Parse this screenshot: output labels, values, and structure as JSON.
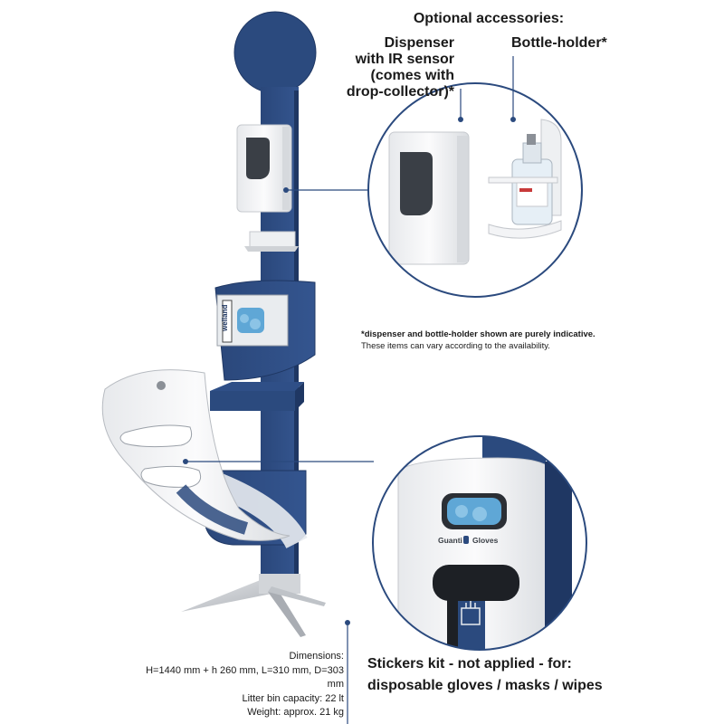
{
  "accessories": {
    "title": "Optional accessories:",
    "dispenser_label": [
      "Dispenser",
      "with IR sensor",
      "(comes with",
      "drop-collector)*"
    ],
    "bottle_holder_label": "Bottle-holder*"
  },
  "note": {
    "line1": "*dispenser and bottle-holder shown are purely indicative.",
    "line2": "These items can vary according to the availability."
  },
  "dimensions": {
    "title": "Dimensions:",
    "size": "H=1440 mm + h 260 mm, L=310 mm, D=303 mm",
    "bin": "Litter bin capacity: 22 lt",
    "weight": "Weight: approx. 21 kg"
  },
  "stickers": {
    "line1": "Stickers kit - not applied - for:",
    "line2": "disposable gloves / masks / wipes"
  },
  "product_labels": {
    "glove_box_brand": "welland",
    "slot_text_left": "Guanti",
    "slot_text_right": "Gloves"
  },
  "colors": {
    "navy": "#2b4a7e",
    "navy_dark": "#1f3763",
    "steel": "#c9ccd0",
    "white_panel": "#f2f3f5"
  },
  "icons": {
    "sticker_icon": "gloves-icon"
  }
}
